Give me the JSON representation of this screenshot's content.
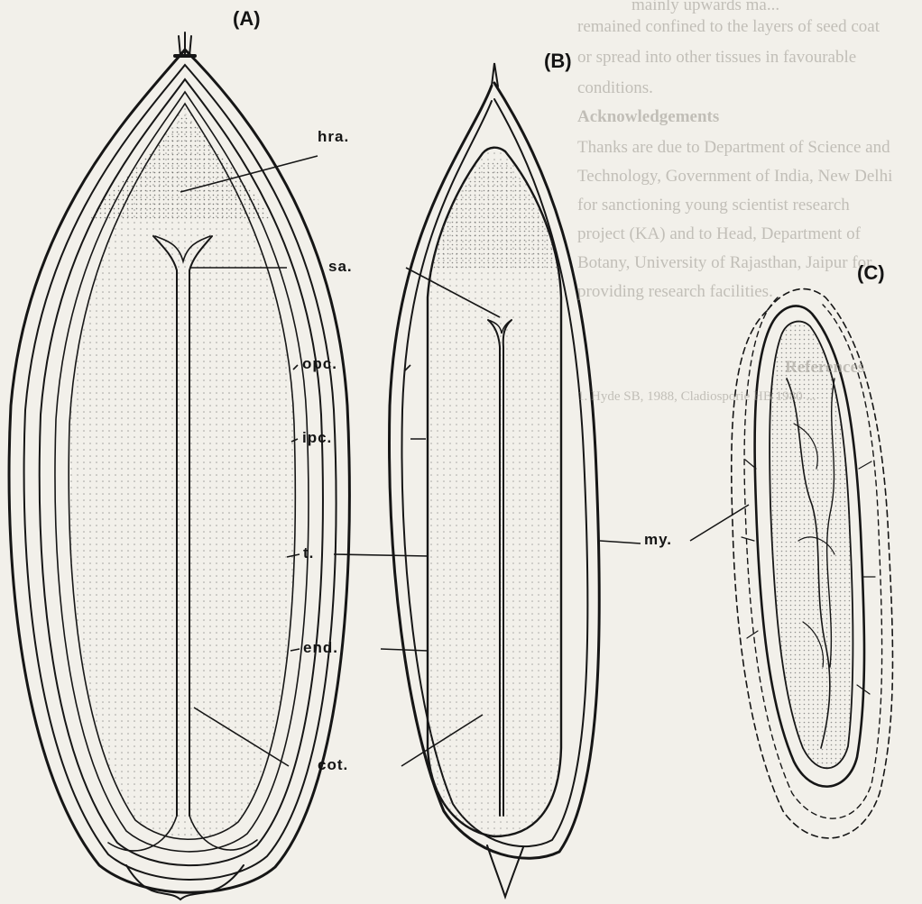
{
  "figure": {
    "panels": [
      {
        "id": "A",
        "label": "(A)"
      },
      {
        "id": "B",
        "label": "(B)"
      },
      {
        "id": "C",
        "label": "(C)"
      }
    ],
    "labels": {
      "hra": "hra.",
      "sa": "sa.",
      "opc": "opc.",
      "ipc": "ipc.",
      "t": "t.",
      "end": "end.",
      "cot": "cot.",
      "my": "my."
    }
  },
  "background_text": {
    "right_column": [
      "mainly upwards ma...",
      "remained confined to the layers of seed coat",
      "or spread into other tissues in favourable",
      "conditions."
    ],
    "ack_heading": "Acknowledgements",
    "ack_lines": [
      "Thanks are due to Department of Science and",
      "Technology, Government of India, New Delhi",
      "for sanctioning young scientist research",
      "project (KA) and to Head, Department of",
      "Botany, University of Rajasthan, Jaipur for",
      "providing research facilities."
    ],
    "refs_heading": "References",
    "ref_start": "1.  Hyde SB, 1988, Cladiosporie HB 1980 ..."
  }
}
